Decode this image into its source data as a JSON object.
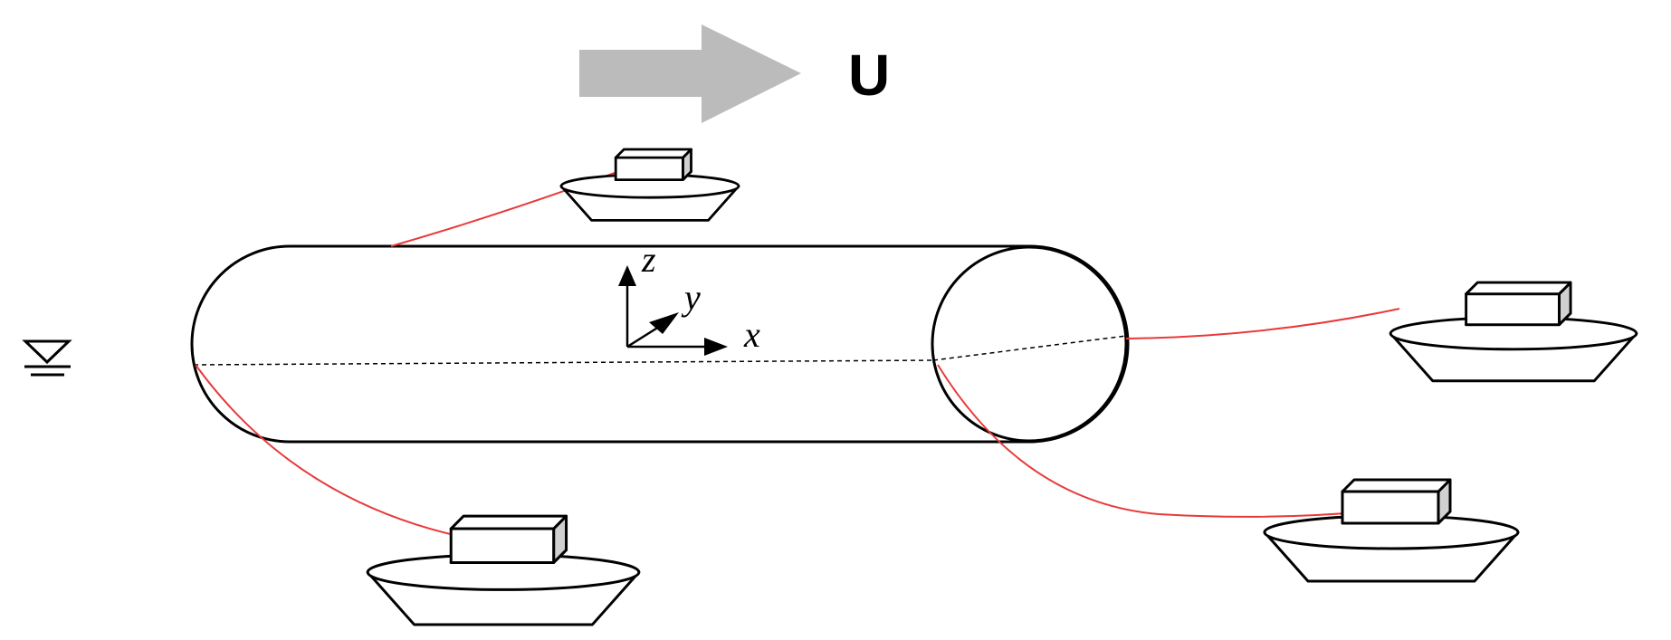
{
  "flow": {
    "label": "U"
  },
  "axes": {
    "x_label": "x",
    "y_label": "y",
    "z_label": "z"
  },
  "colors": {
    "mooring_line": "#e8393a",
    "flow_arrow": "#bbbbbb",
    "outline": "#000000"
  },
  "icons": {
    "flow_arrow": "right-arrow-icon",
    "water_level": "water-level-icon",
    "boat": "boat-icon"
  }
}
